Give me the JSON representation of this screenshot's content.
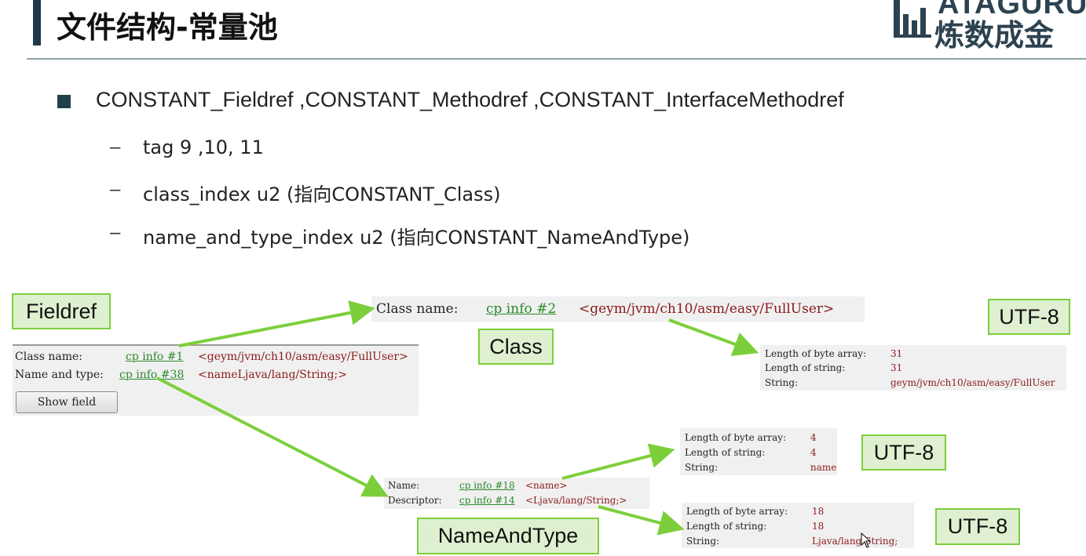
{
  "header": {
    "title": "文件结构-常量池",
    "logo_en": "ATAGURU",
    "logo_cn": "炼数成金"
  },
  "bullets": {
    "main": "CONSTANT_Fieldref ,CONSTANT_Methodref ,CONSTANT_InterfaceMethodref",
    "dash": "–",
    "sub": [
      "tag 9 ,10, 11",
      "class_index  u2 (指向CONSTANT_Class)",
      "name_and_type_index u2 (指向CONSTANT_NameAndType)"
    ]
  },
  "labels": {
    "fieldref": "Fieldref",
    "class": "Class",
    "utf8_a": "UTF-8",
    "utf8_b": "UTF-8",
    "utf8_c": "UTF-8",
    "name_and_type": "NameAndType"
  },
  "fieldref_panel": {
    "class_name_label": "Class name:",
    "class_name_link": "cp info #1",
    "class_name_value": "<geym/jvm/ch10/asm/easy/FullUser>",
    "name_type_label": "Name and type:",
    "name_type_link": "cp info #38",
    "name_type_value": "<nameLjava/lang/String;>",
    "show_field_button": "Show field"
  },
  "class_panel": {
    "label": "Class name:",
    "link": "cp info #2",
    "value": "<geym/jvm/ch10/asm/easy/FullUser>"
  },
  "utf8_panel_a": {
    "len_byte_label": "Length of byte array:",
    "len_byte_value": "31",
    "len_str_label": "Length of string:",
    "len_str_value": "31",
    "string_label": "String:",
    "string_value": "geym/jvm/ch10/asm/easy/FullUser"
  },
  "utf8_panel_b": {
    "len_byte_label": "Length of byte array:",
    "len_byte_value": "4",
    "len_str_label": "Length of string:",
    "len_str_value": "4",
    "string_label": "String:",
    "string_value": "name"
  },
  "utf8_panel_c": {
    "len_byte_label": "Length of byte array:",
    "len_byte_value": "18",
    "len_str_label": "Length of string:",
    "len_str_value": "18",
    "string_label": "String:",
    "string_value": "Ljava/lang/String;"
  },
  "nat_panel": {
    "name_label": "Name:",
    "name_link": "cp info #18",
    "name_value": "<name>",
    "desc_label": "Descriptor:",
    "desc_link": "cp info #14",
    "desc_value": "<Ljava/lang/String;>"
  },
  "colors": {
    "accent_dark": "#1f3f4f",
    "label_bg": "#dff0d0",
    "label_border": "#7ccf3b",
    "arrow": "#7ccf3b",
    "link_green": "#2a8a2a",
    "value_red": "#8b1a1a"
  }
}
